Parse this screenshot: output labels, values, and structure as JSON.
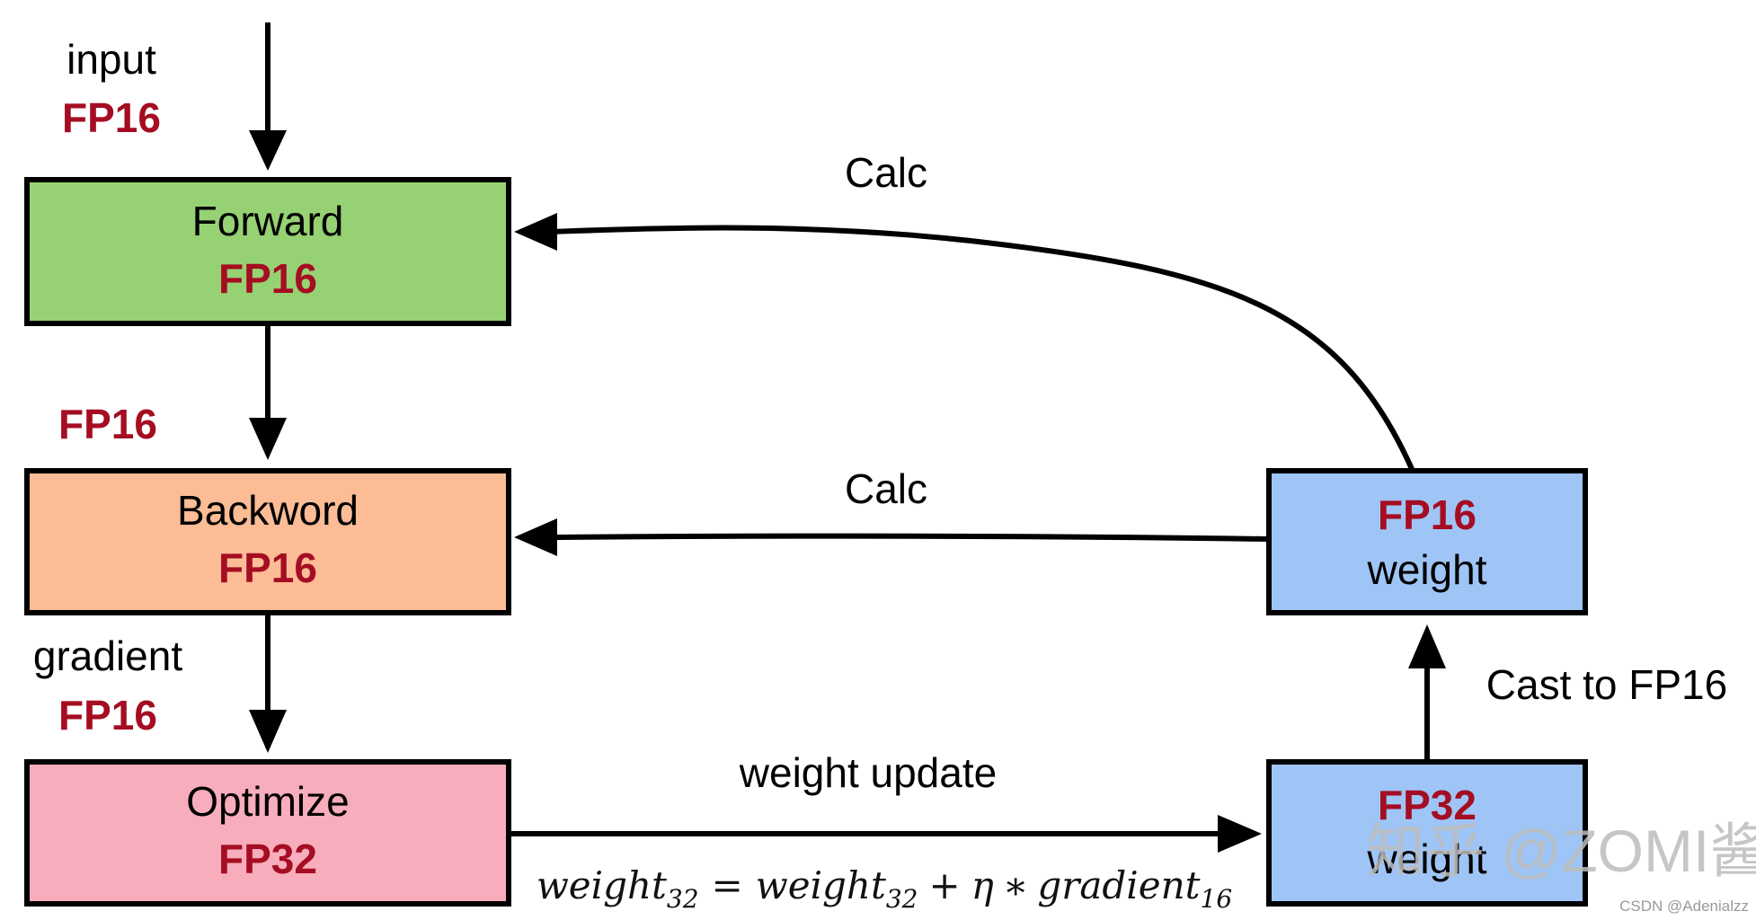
{
  "colors": {
    "forward_fill": "#96d173",
    "backward_fill": "#fbbc96",
    "optimize_fill": "#f7adbb",
    "weight_fill": "#9fc5f6",
    "precision_text": "#a50d22"
  },
  "input": {
    "label": "input",
    "precision": "FP16"
  },
  "nodes": {
    "forward": {
      "label": "Forward",
      "precision": "FP16"
    },
    "backward": {
      "label": "Backword",
      "precision": "FP16"
    },
    "optimize": {
      "label": "Optimize",
      "precision": "FP32"
    },
    "fp16_weight": {
      "precision": "FP16",
      "label": "weight"
    },
    "fp32_weight": {
      "precision": "FP32",
      "label": "weight"
    }
  },
  "edges": {
    "forward_to_backward": {
      "precision": "FP16"
    },
    "backward_to_optimize": {
      "label": "gradient",
      "precision": "FP16"
    },
    "calc_top": {
      "label": "Calc"
    },
    "calc_middle": {
      "label": "Calc"
    },
    "cast": {
      "label": "Cast to FP16"
    },
    "update": {
      "label": "weight update"
    }
  },
  "formula": {
    "lhs": "weight",
    "lhs_sub": "32",
    "eq": "=",
    "rhs1": "weight",
    "rhs1_sub": "32",
    "plus": "+",
    "eta": "η",
    "times": "∗",
    "rhs2": "gradient",
    "rhs2_sub": "16"
  },
  "watermark": {
    "text": "知乎 @ZOMI酱"
  },
  "credit": {
    "text": "CSDN @Adenialzz"
  }
}
